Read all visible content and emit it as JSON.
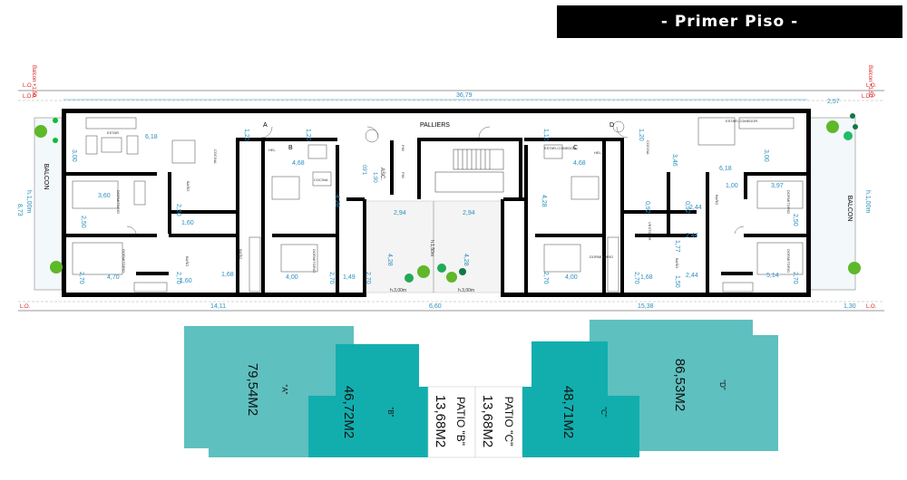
{
  "header": {
    "title": "- Primer Piso -"
  },
  "plan": {
    "line_labels": {
      "lo_left": "L.O.",
      "lo_right": "L.O.",
      "ldp_left": "L.D.P",
      "ldp_right": "L.D.P",
      "lo_bottom_left": "L.O.",
      "lo_bottom_right": "L.O.",
      "balcon_left_red": "Balcon +1,50",
      "balcon_right_red": "Balcon +1,50"
    },
    "top_dims": {
      "total": "36,79",
      "right": "2,57"
    },
    "bottom_dims": {
      "left": "14,11",
      "mid": "6,60",
      "right": "15,38",
      "far_right": "1,30"
    },
    "side_dims": {
      "left_total": "8,73",
      "left_h": "h.1,00m",
      "right_h": "h.1,00m"
    },
    "labels": {
      "palliers": "PALLIERS",
      "balcon_left": "BALCON",
      "balcon_right": "BALCON",
      "unit_a": "A",
      "unit_b": "B",
      "unit_c": "C",
      "unit_d": "D",
      "asc": "ASC.",
      "asc_dim": "1,90",
      "asc_dim2": "09'1",
      "f60_a": "F60",
      "f60_b": "F60",
      "patio_b_h": "h.3,00m",
      "patio_c_h": "h.3,00m",
      "patio_center_h": "h.1,50m",
      "hel_b": "HEL",
      "hel_c": "HEL"
    },
    "rooms": [
      "ESTAR",
      "COCINA",
      "DORMITORIO",
      "BAÑO",
      "LAV.",
      "COMEDOR",
      "ESTAR-COMEDOR",
      "VESTIDOR",
      "TOILETTE",
      "BALCON"
    ],
    "interior_dims": [
      "3,00",
      "6,18",
      "1,20",
      "4,68",
      "1,20",
      "1,10",
      "4,68",
      "1,20",
      "3,46",
      "6,18",
      "3,00",
      "3,60",
      "2,50",
      "2,50",
      "1,60",
      "4,28",
      "4,28",
      "2,94",
      "2,94",
      "4,28",
      "4,28",
      "0,92",
      "0,92",
      "2,44",
      "1,00",
      "3,97",
      "2,50",
      "1,77",
      "2,44",
      "2,44",
      "2,70",
      "4,70",
      "2,70",
      "1,60",
      "1,68",
      "4,00",
      "2,70",
      "1,49",
      "2,70",
      "2,70",
      "4,00",
      "2,70",
      "1,68",
      "1,50",
      "5,14",
      "2,70"
    ]
  },
  "areas": {
    "a": {
      "name": "\"A\"",
      "value": "79,54M2"
    },
    "b": {
      "name": "\"B\"",
      "value": "46,72M2"
    },
    "patio_b": {
      "name": "PATIO \"B\"",
      "value": "13,68M2"
    },
    "patio_c": {
      "name": "PATIO \"C\"",
      "value": "13,68M2"
    },
    "c": {
      "name": "\"C\"",
      "value": "48,71M2"
    },
    "d": {
      "name": "\"D\"",
      "value": "86,53M2"
    }
  },
  "colors": {
    "unit_a_d": "#5ec0bf",
    "unit_b_c": "#12aeae",
    "patio": "#ffffff",
    "dim_text": "#2a8fc0",
    "wall": "#000000",
    "red_text": "#d22222",
    "plant": "#46a820"
  }
}
